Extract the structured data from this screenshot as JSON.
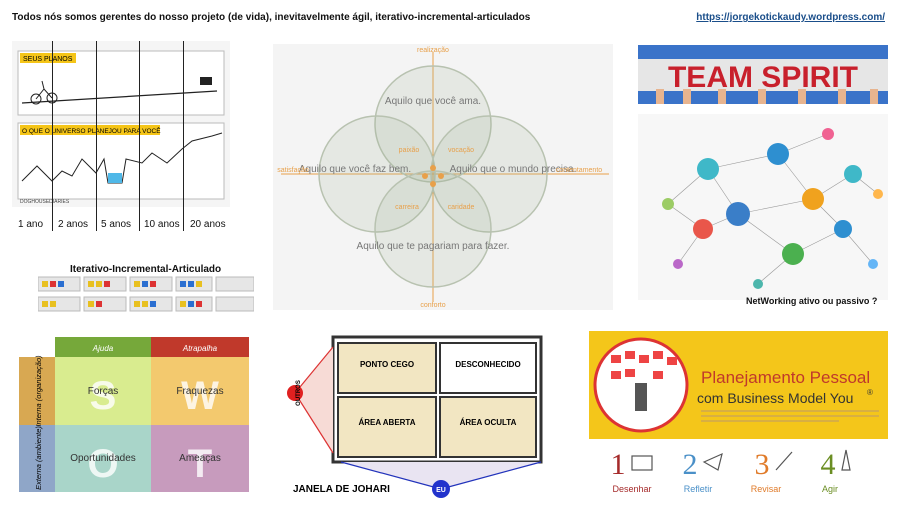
{
  "header": {
    "title": "Todos nós somos gerentes do nosso projeto (de vida), inevitavelmente ágil, iterativo-incremental-articulados",
    "url": "https://jorgekotickaudy.wordpress.com/"
  },
  "plans": {
    "top_label": "SEUS PLANOS",
    "bottom_label": "O QUE O UNIVERSO PLANEJOU PARA VOCÊ",
    "credit": "DOGHOUSEDIARIES",
    "years": [
      "1 ano",
      "2 anos",
      "5 anos",
      "10 anos",
      "20 anos"
    ]
  },
  "iterative": {
    "title": "Iterativo-Incremental-Articulado"
  },
  "venn": {
    "circles": [
      "Aquilo que você ama.",
      "Aquilo que você faz bem.",
      "Aquilo que o mundo precisa.",
      "Aquilo que te pagariam para fazer."
    ],
    "overlaps": [
      "paixão",
      "vocação",
      "carreira",
      "caridade"
    ],
    "axes": [
      "realização",
      "satisfação",
      "contentamento",
      "conforto"
    ]
  },
  "team": {
    "text": "TEAM SPIRIT"
  },
  "networking": {
    "caption": "NetWorking ativo ou passivo ?"
  },
  "swot": {
    "col_headers": [
      "Ajuda",
      "Atrapalha"
    ],
    "row_headers": [
      "Interna (organização)",
      "Externa (ambiente)"
    ],
    "cells": [
      "Forças",
      "Fraquezas",
      "Oportunidades",
      "Ameaças"
    ],
    "letters": [
      "S",
      "W",
      "O",
      "T"
    ],
    "colors": {
      "green_header": "#76a83a",
      "red_header": "#c0392b",
      "s": "#d9ec8f",
      "w": "#f3c96e",
      "o": "#a9d5c9",
      "t": "#c79bbd",
      "row_side": "#d8a852",
      "row_side2": "#8fa6c8"
    }
  },
  "johari": {
    "cells": [
      "PONTO CEGO",
      "DESCONHECIDO",
      "ÁREA ABERTA",
      "ÁREA OCULTA"
    ],
    "title": "JANELA DE JOHARI",
    "others": "OUTROS",
    "me": "EU"
  },
  "planning": {
    "title_line1": "Planejamento Pessoal",
    "title_line2": "com Business Model You",
    "registered": "®",
    "steps": [
      {
        "num": "1",
        "label": "Desenhar"
      },
      {
        "num": "2",
        "label": "Refletir"
      },
      {
        "num": "3",
        "label": "Revisar"
      },
      {
        "num": "4",
        "label": "Agir"
      }
    ]
  }
}
